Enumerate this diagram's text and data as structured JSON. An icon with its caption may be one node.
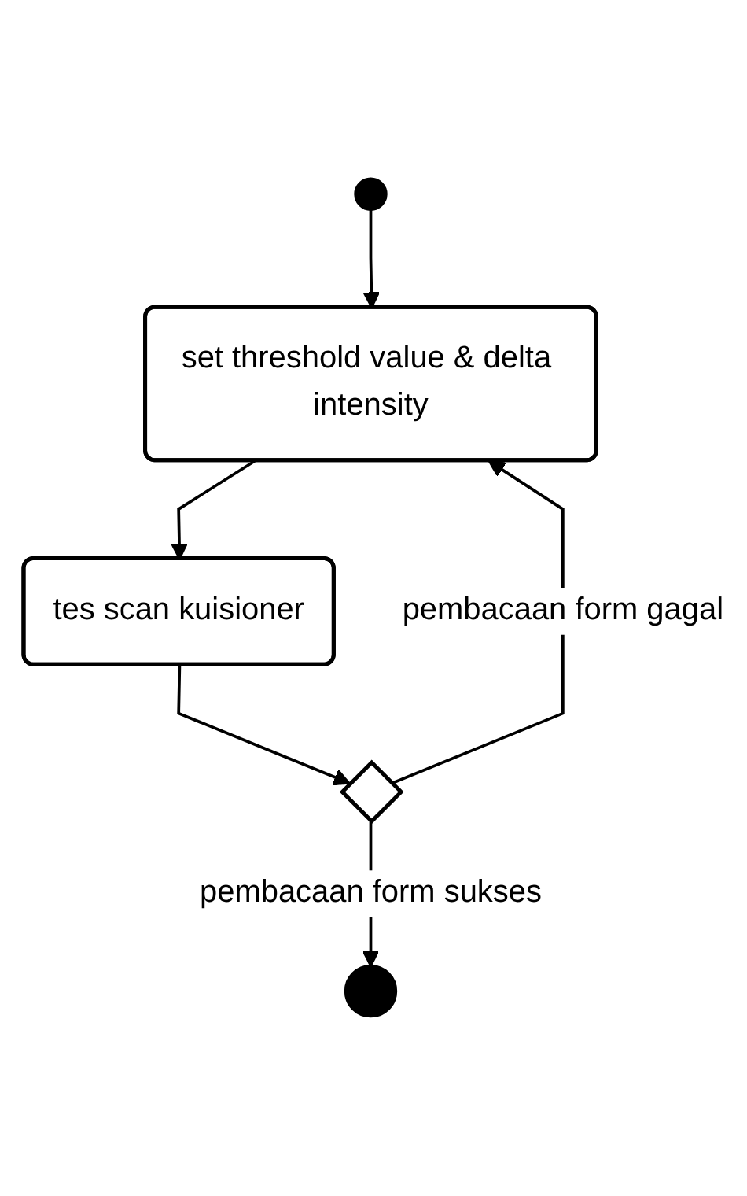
{
  "diagram": {
    "nodes": [
      {
        "text": [],
        "shape": "circle"
      },
      {
        "text": [
          "set threshold value & delta intensity"
        ]
      },
      {
        "text": [
          "tes scan kuisioner"
        ]
      },
      {
        "text": [],
        "shape": "diamond"
      },
      {
        "text": [],
        "shape": "circle"
      }
    ],
    "edges": [
      {
        "from": 0,
        "to": 1,
        "arrow": "to"
      },
      {
        "from": 1,
        "to": 2,
        "arrow": "to"
      },
      {
        "from": 2,
        "to": 3,
        "arrow": "to"
      },
      {
        "from": 3,
        "to": 1,
        "arrow": "to",
        "label": "pembacaan form gagal"
      },
      {
        "from": 3,
        "to": 4,
        "arrow": "to",
        "label": "pembacaan form sukses"
      }
    ]
  }
}
